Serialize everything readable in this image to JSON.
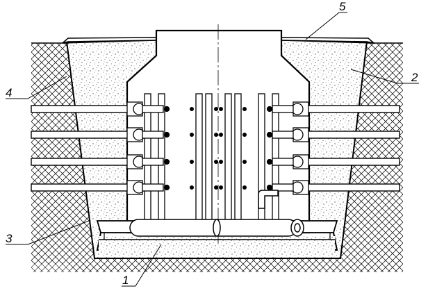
{
  "callouts": [
    {
      "id": "1",
      "label": "1"
    },
    {
      "id": "2",
      "label": "2"
    },
    {
      "id": "3",
      "label": "3"
    },
    {
      "id": "4",
      "label": "4"
    },
    {
      "id": "5",
      "label": "5"
    }
  ],
  "colors": {
    "line": "#000000",
    "background": "#ffffff",
    "aggregate": "#7a7a7a"
  }
}
